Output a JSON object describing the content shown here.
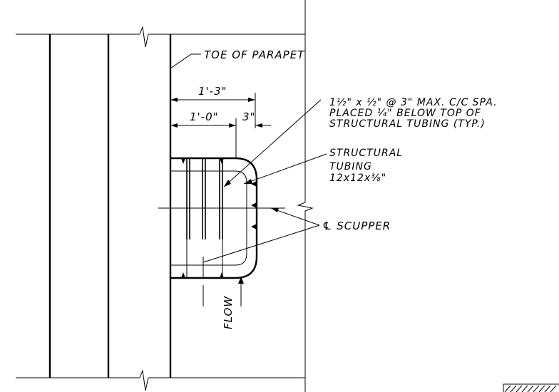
{
  "labels": {
    "toe_of_parapet": "TOE OF PARAPET",
    "dim_overall": "1'-3\"",
    "dim_inner": "1'-0\"",
    "dim_outer": "3\"",
    "bar_note_line1": "1½\" x ½\" @ 3\" MAX. C/C SPA.",
    "bar_note_line2": "PLACED ¼\" BELOW TOP OF",
    "bar_note_line3": "STRUCTURAL TUBING (TYP.)",
    "tubing_line1": "STRUCTURAL",
    "tubing_line2": "TUBING",
    "tubing_line3": "12x12x⅜\"",
    "scupper_centerline": "℄ SCUPPER",
    "flow": "FLOW"
  }
}
